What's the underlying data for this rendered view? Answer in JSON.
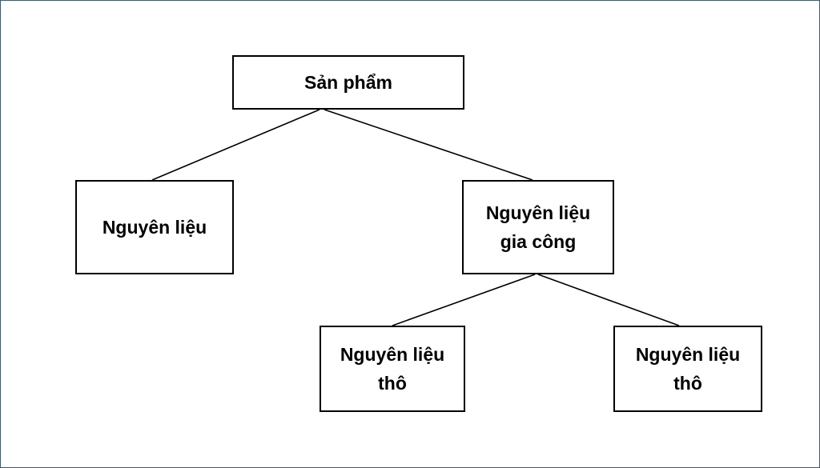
{
  "diagram": {
    "nodes": [
      {
        "id": "root",
        "lines": [
          "Sản phẩm"
        ]
      },
      {
        "id": "left",
        "lines": [
          "Nguyên liệu"
        ]
      },
      {
        "id": "mid",
        "lines": [
          "Nguyên liệu",
          "gia công"
        ]
      },
      {
        "id": "bl",
        "lines": [
          "Nguyên liệu",
          "thô"
        ]
      },
      {
        "id": "br",
        "lines": [
          "Nguyên liệu",
          "thô"
        ]
      }
    ],
    "edges": [
      {
        "from": "root",
        "to": "left"
      },
      {
        "from": "root",
        "to": "mid"
      },
      {
        "from": "mid",
        "to": "bl"
      },
      {
        "from": "mid",
        "to": "br"
      }
    ],
    "colors": {
      "stroke": "#000000",
      "frame": "#3d5a73",
      "background": "#ffffff"
    }
  }
}
